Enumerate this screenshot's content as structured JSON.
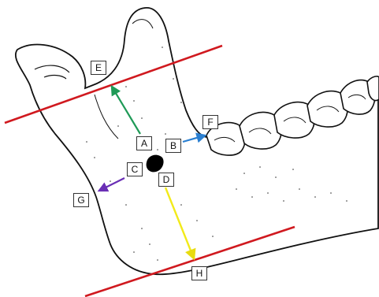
{
  "colors": {
    "reference_line": "#d0191f",
    "arrow_A_E": "#1f9a57",
    "arrow_B_F": "#2a7fd1",
    "arrow_C_G": "#6a2fb5",
    "arrow_D_H": "#f2ea1a",
    "bone_outline": "#111111",
    "foramen": "#000000"
  },
  "labels": {
    "A": "A",
    "B": "B",
    "C": "C",
    "D": "D",
    "E": "E",
    "F": "F",
    "G": "G",
    "H": "H"
  }
}
